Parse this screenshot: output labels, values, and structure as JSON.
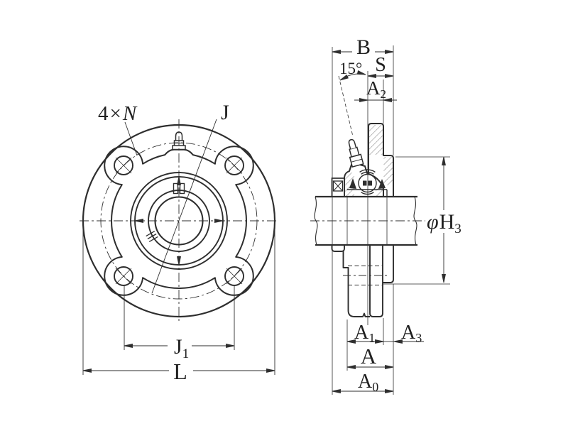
{
  "drawing": {
    "kind": "engineering-dimension-drawing",
    "subject": "four-bolt round flange cartridge bearing unit, front view and sectioned side view",
    "views": [
      "front-view",
      "side-view-section"
    ]
  },
  "labels": {
    "front": {
      "bolt_note_count": "4",
      "bolt_note_times": "×",
      "bolt_note_size": "N",
      "bolt_circle": "J",
      "bolt_spacing_main": "J",
      "bolt_spacing_sub": "1",
      "flange_od": "L"
    },
    "side": {
      "width_b": "B",
      "grease_angle": "15°",
      "s_dim": "S",
      "a2_main": "A",
      "a2_sub": "2",
      "h3_prefix": "φ",
      "h3_main": "H",
      "h3_sub": "3",
      "a1_main": "A",
      "a1_sub": "1",
      "a3_main": "A",
      "a3_sub": "3",
      "a_dim": "A",
      "a0_main": "A",
      "a0_sub": "0"
    }
  },
  "style": {
    "line_color": "#2e2e2e",
    "text_color": "#1f1f1f",
    "background": "#ffffff"
  }
}
